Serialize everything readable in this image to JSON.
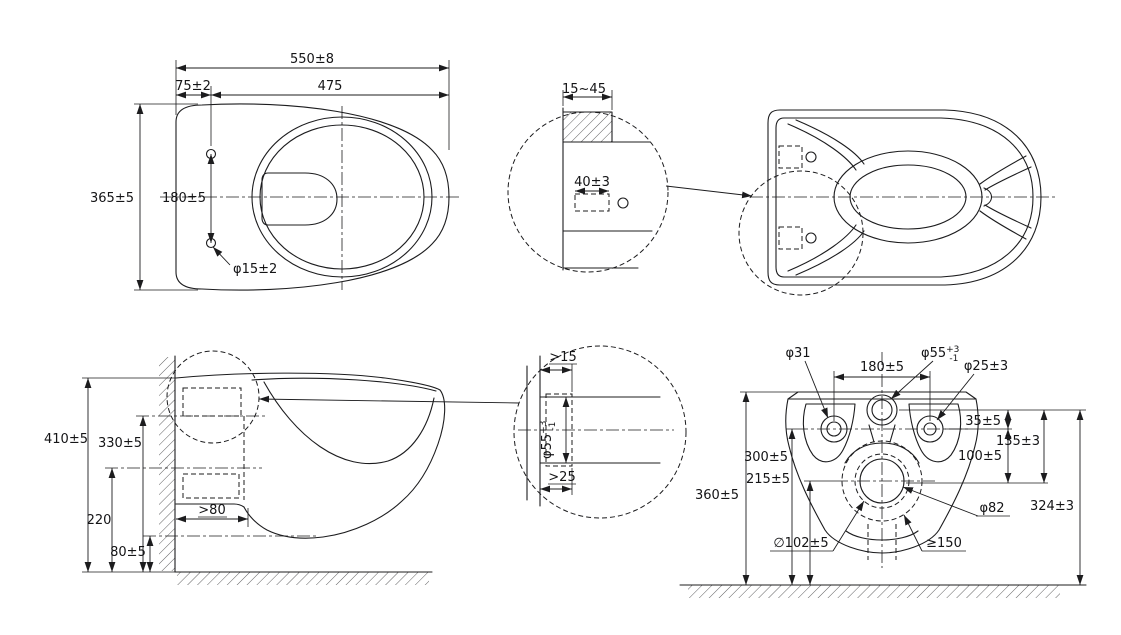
{
  "meta": {
    "ink": "#1c1c1e",
    "bg": "#ffffff"
  },
  "top_view": {
    "dim_total_width": "550±8",
    "dim_hole_offset": "75±2",
    "dim_inner_width": "475",
    "dim_depth": "365±5",
    "dim_hole_spacing": "180±5",
    "dim_hole_diameter": "φ15±2"
  },
  "detail_top": {
    "dim_thickness_range": "15~45",
    "dim_slot_width": "40±3"
  },
  "side_view": {
    "dim_total_height": "410±5",
    "dim_inlet_height": "330±5",
    "dim_outlet_height": "220",
    "dim_bottom_clearance": "80±5",
    "dim_min_depth": ">80"
  },
  "detail_side": {
    "dim_min_wall_top": ">15",
    "pipe_dia": "φ55",
    "pipe_tol_plus": "+3",
    "pipe_tol_minus": "-1",
    "dim_min_wall_bottom": ">25"
  },
  "rear_view": {
    "dim_left_hole_dia": "φ31",
    "dim_hole_spacing": "180±5",
    "inlet_dia": "φ55",
    "inlet_tol_plus": "+3",
    "inlet_tol_minus": "-1",
    "dim_right_hole_dia": "φ25±3",
    "dim_inlet_to_holes": "35±5",
    "dim_inlet_to_drain": "135±3",
    "dim_holes_to_drain": "100±5",
    "dim_holes_height": "300±5",
    "dim_drain_height": "215±5",
    "dim_total_height": "360±5",
    "dim_inlet_floor_height": "324±3",
    "dim_drain_dia": "φ82",
    "dim_drain_outer_dia": "∅102±5",
    "dim_clearance_dia": "≥150"
  }
}
